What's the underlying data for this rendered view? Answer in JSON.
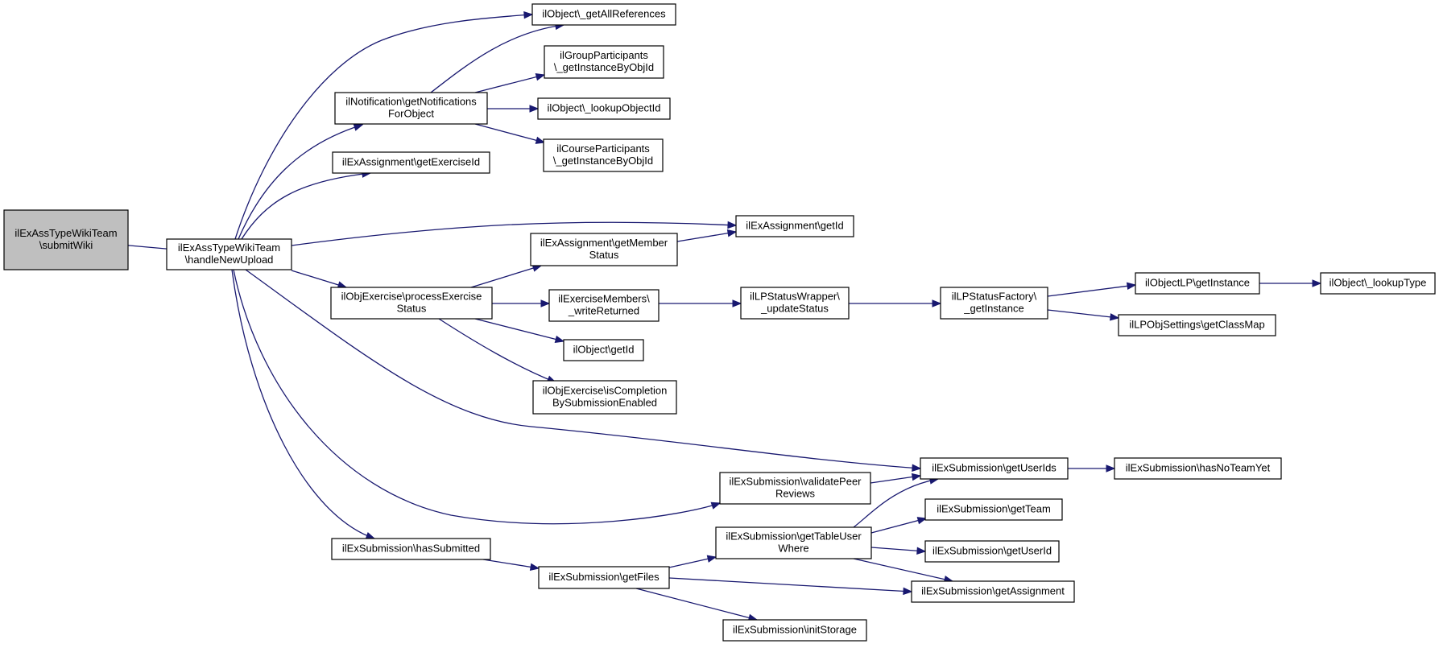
{
  "graph": {
    "edge_color": "#191970",
    "nodes": [
      {
        "id": "n0",
        "lines": [
          "ilExAssTypeWikiTeam",
          "\\submitWiki"
        ],
        "highlight": true
      },
      {
        "id": "n1",
        "lines": [
          "ilExAssTypeWikiTeam",
          "\\handleNewUpload"
        ]
      },
      {
        "id": "n2",
        "lines": [
          "ilObject\\_getAllReferences"
        ]
      },
      {
        "id": "n3",
        "lines": [
          "ilNotification\\getNotifications",
          "ForObject"
        ]
      },
      {
        "id": "n4",
        "lines": [
          "ilExAssignment\\getExerciseId"
        ]
      },
      {
        "id": "n5",
        "lines": [
          "ilExAssignment\\getId"
        ]
      },
      {
        "id": "n6",
        "lines": [
          "ilObjExercise\\processExercise",
          "Status"
        ]
      },
      {
        "id": "n7",
        "lines": [
          "ilExSubmission\\getUserIds"
        ]
      },
      {
        "id": "n8",
        "lines": [
          "ilExSubmission\\validatePeer",
          "Reviews"
        ]
      },
      {
        "id": "n9",
        "lines": [
          "ilExSubmission\\hasSubmitted"
        ]
      },
      {
        "id": "n10",
        "lines": [
          "ilGroupParticipants",
          "\\_getInstanceByObjId"
        ]
      },
      {
        "id": "n11",
        "lines": [
          "ilObject\\_lookupObjectId"
        ]
      },
      {
        "id": "n12",
        "lines": [
          "ilCourseParticipants",
          "\\_getInstanceByObjId"
        ]
      },
      {
        "id": "n13",
        "lines": [
          "ilExAssignment\\getMember",
          "Status"
        ]
      },
      {
        "id": "n14",
        "lines": [
          "ilExerciseMembers\\",
          "_writeReturned"
        ]
      },
      {
        "id": "n15",
        "lines": [
          "ilObject\\getId"
        ]
      },
      {
        "id": "n16",
        "lines": [
          "ilObjExercise\\isCompletion",
          "BySubmissionEnabled"
        ]
      },
      {
        "id": "n17",
        "lines": [
          "ilLPStatusWrapper\\",
          "_updateStatus"
        ]
      },
      {
        "id": "n18",
        "lines": [
          "ilLPStatusFactory\\",
          "_getInstance"
        ]
      },
      {
        "id": "n19",
        "lines": [
          "ilObjectLP\\getInstance"
        ]
      },
      {
        "id": "n20",
        "lines": [
          "ilObject\\_lookupType"
        ]
      },
      {
        "id": "n21",
        "lines": [
          "ilLPObjSettings\\getClassMap"
        ]
      },
      {
        "id": "n22",
        "lines": [
          "ilExSubmission\\hasNoTeamYet"
        ]
      },
      {
        "id": "n23",
        "lines": [
          "ilExSubmission\\getFiles"
        ]
      },
      {
        "id": "n24",
        "lines": [
          "ilExSubmission\\getTableUser",
          "Where"
        ]
      },
      {
        "id": "n25",
        "lines": [
          "ilExSubmission\\initStorage"
        ]
      },
      {
        "id": "n26",
        "lines": [
          "ilExSubmission\\getTeam"
        ]
      },
      {
        "id": "n27",
        "lines": [
          "ilExSubmission\\getUserId"
        ]
      },
      {
        "id": "n28",
        "lines": [
          "ilExSubmission\\getAssignment"
        ]
      }
    ],
    "edges": [
      {
        "from": "n0",
        "to": "n1"
      },
      {
        "from": "n1",
        "to": "n2"
      },
      {
        "from": "n1",
        "to": "n3"
      },
      {
        "from": "n1",
        "to": "n4"
      },
      {
        "from": "n1",
        "to": "n5"
      },
      {
        "from": "n1",
        "to": "n6"
      },
      {
        "from": "n1",
        "to": "n7"
      },
      {
        "from": "n1",
        "to": "n8"
      },
      {
        "from": "n1",
        "to": "n9"
      },
      {
        "from": "n3",
        "to": "n2"
      },
      {
        "from": "n3",
        "to": "n10"
      },
      {
        "from": "n3",
        "to": "n11"
      },
      {
        "from": "n3",
        "to": "n12"
      },
      {
        "from": "n6",
        "to": "n13"
      },
      {
        "from": "n6",
        "to": "n14"
      },
      {
        "from": "n6",
        "to": "n15"
      },
      {
        "from": "n6",
        "to": "n16"
      },
      {
        "from": "n13",
        "to": "n5"
      },
      {
        "from": "n14",
        "to": "n17"
      },
      {
        "from": "n17",
        "to": "n18"
      },
      {
        "from": "n18",
        "to": "n19"
      },
      {
        "from": "n18",
        "to": "n21"
      },
      {
        "from": "n19",
        "to": "n20"
      },
      {
        "from": "n7",
        "to": "n22"
      },
      {
        "from": "n8",
        "to": "n7"
      },
      {
        "from": "n9",
        "to": "n23"
      },
      {
        "from": "n23",
        "to": "n24"
      },
      {
        "from": "n23",
        "to": "n28"
      },
      {
        "from": "n23",
        "to": "n25"
      },
      {
        "from": "n24",
        "to": "n7"
      },
      {
        "from": "n24",
        "to": "n26"
      },
      {
        "from": "n24",
        "to": "n27"
      },
      {
        "from": "n24",
        "to": "n28"
      }
    ]
  }
}
